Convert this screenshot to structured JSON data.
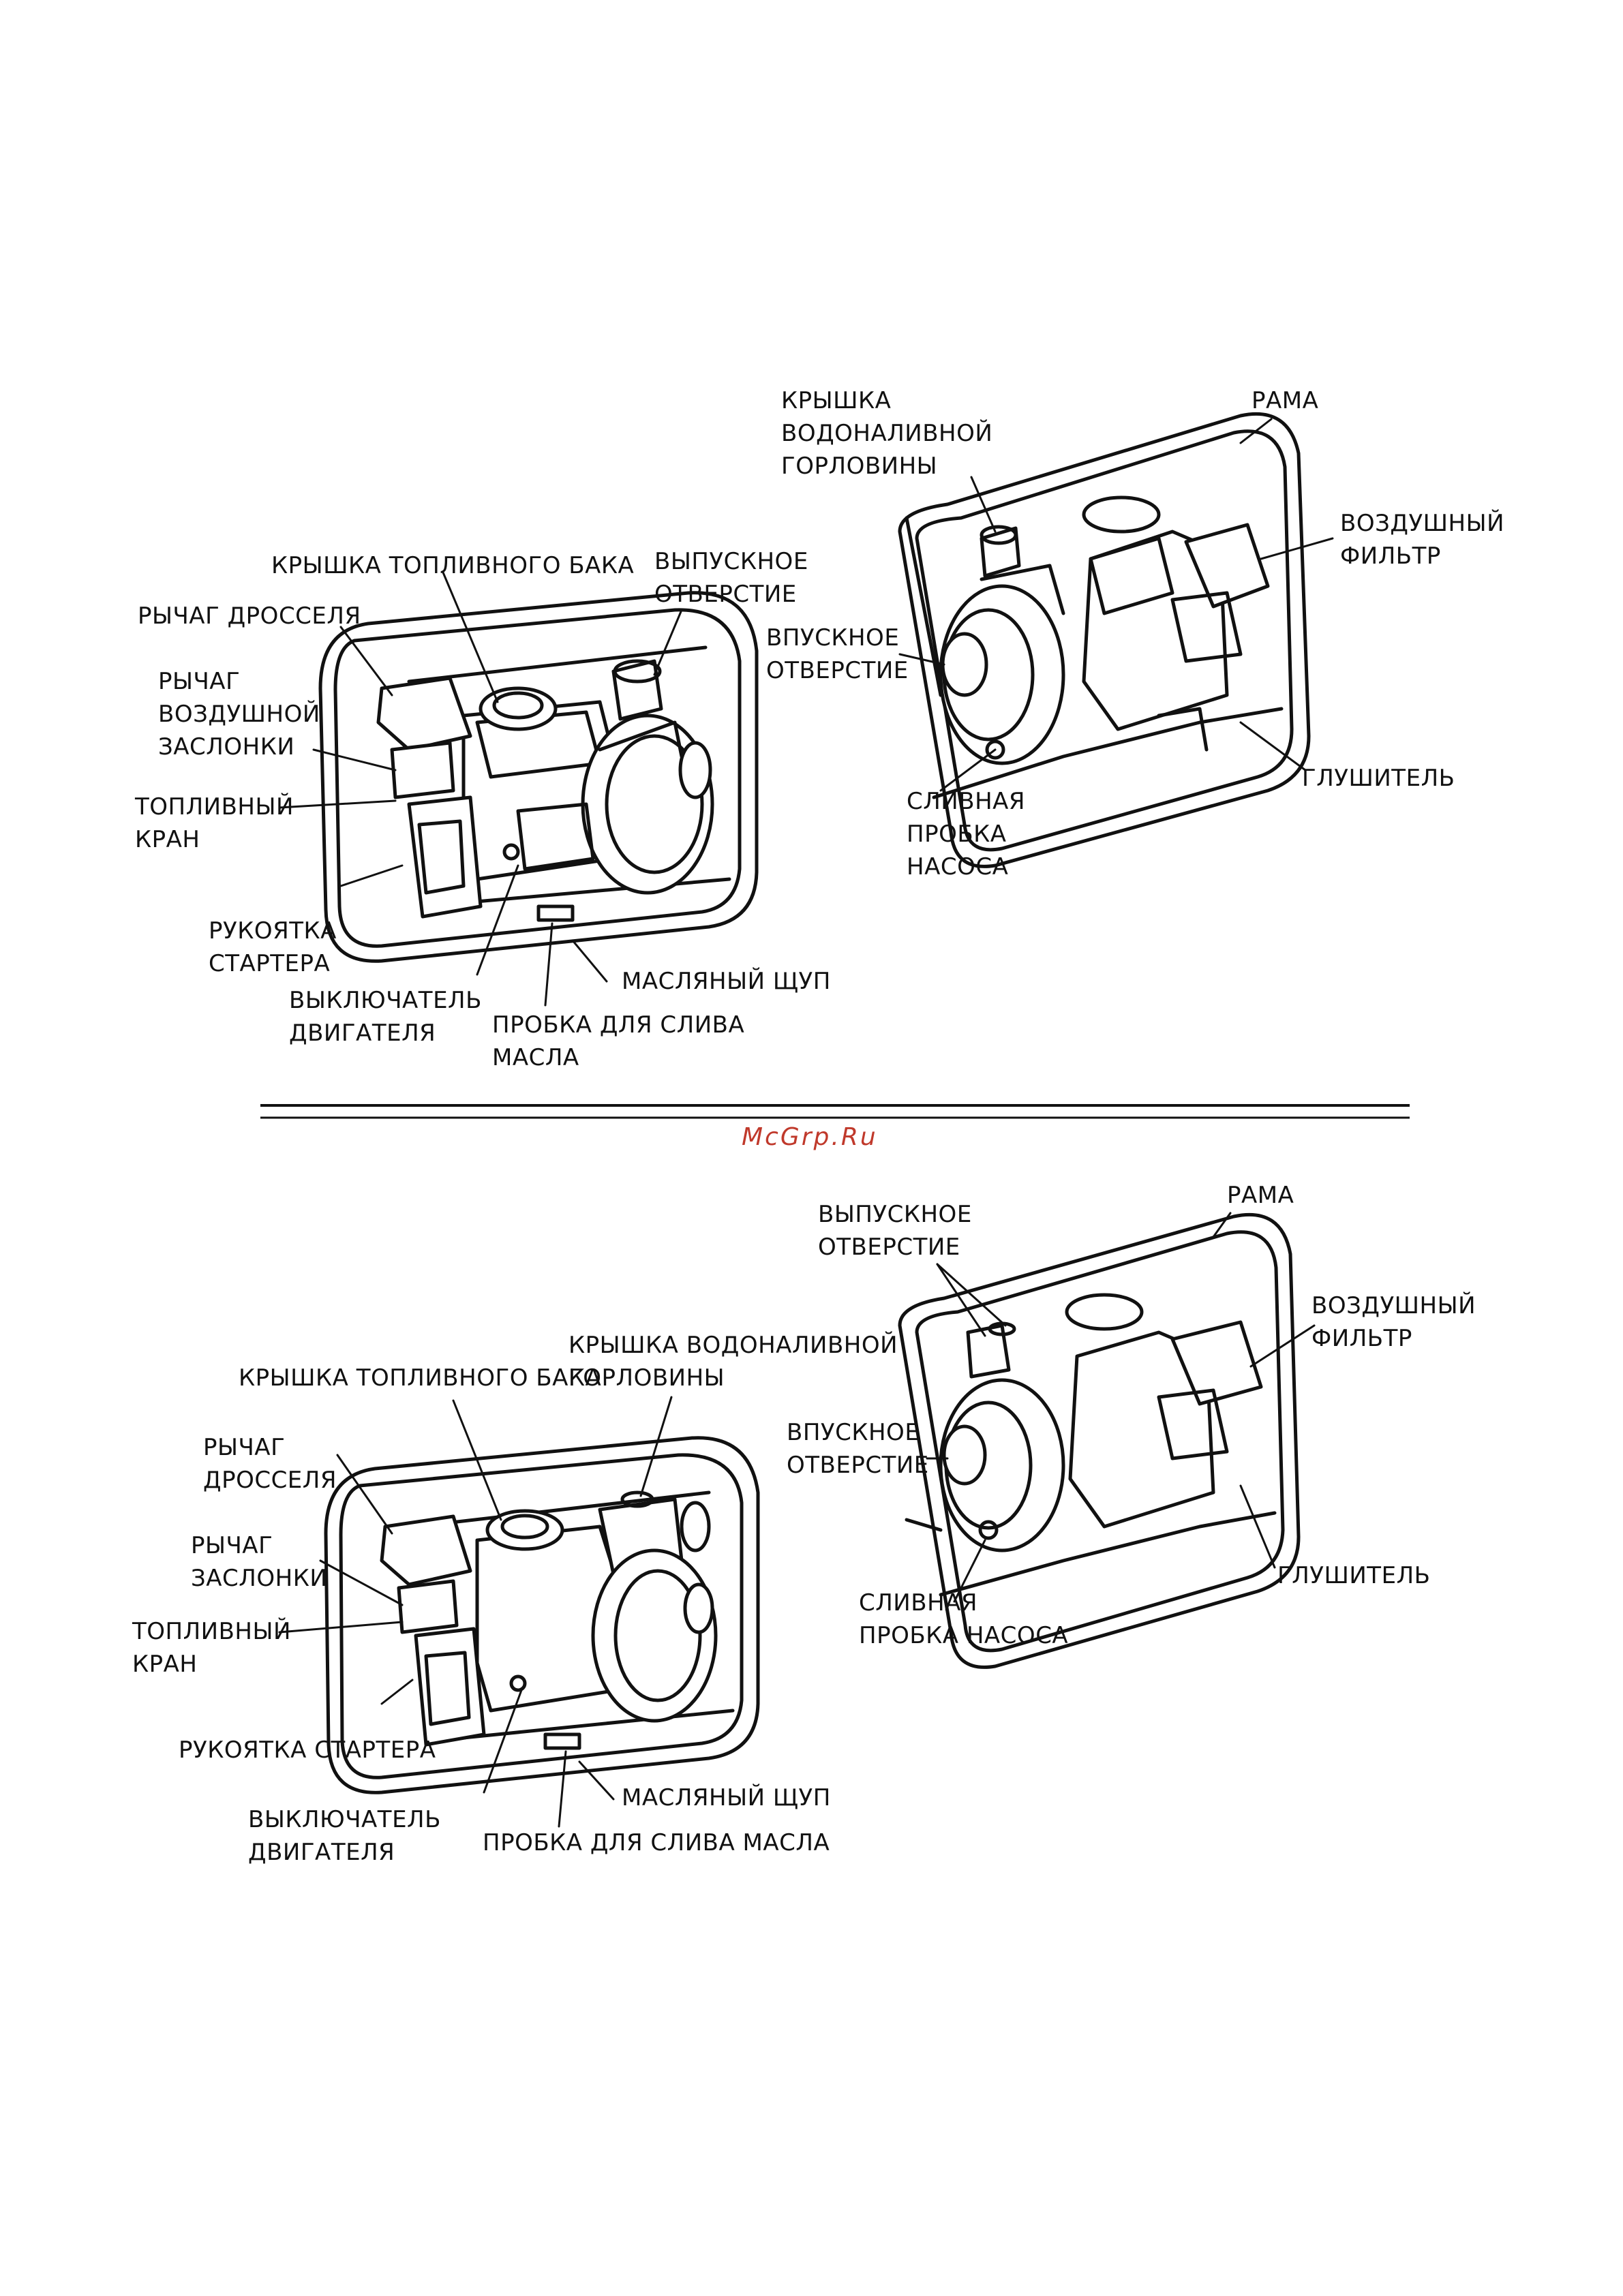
{
  "top_diagram": {
    "left_view": {
      "fuel_cap": "КРЫШКА ТОПЛИВНОГО БАКА",
      "outlet": [
        "ВЫПУСКНОЕ",
        "ОТВЕРСТИЕ"
      ],
      "throttle": "РЫЧАГ ДРОССЕЛЯ",
      "choke": [
        "РЫЧАГ",
        "ВОЗДУШНОЙ",
        "ЗАСЛОНКИ"
      ],
      "fuel_valve": [
        "ТОПЛИВНЫЙ",
        "КРАН"
      ],
      "starter": [
        "РУКОЯТКА",
        "СТАРТЕРА"
      ],
      "engine_switch": [
        "ВЫКЛЮЧАТЕЛЬ",
        "ДВИГАТЕЛЯ"
      ],
      "oil_drain": [
        "ПРОБКА ДЛЯ СЛИВА",
        "МАСЛА"
      ],
      "dipstick": "МАСЛЯНЫЙ ЩУП"
    },
    "right_view": {
      "priming_cap": [
        "КРЫШКА",
        "ВОДОНАЛИВНОЙ",
        "ГОРЛОВИНЫ"
      ],
      "frame": "РАМА",
      "air_filter": [
        "ВОЗДУШНЫЙ",
        "ФИЛЬТР"
      ],
      "inlet": [
        "ВПУСКНОЕ",
        "ОТВЕРСТИЕ"
      ],
      "muffler": "ГЛУШИТЕЛЬ",
      "pump_drain": [
        "СЛИВНАЯ",
        "ПРОБКА",
        "НАСОСА"
      ]
    }
  },
  "watermark": "McGrp.Ru",
  "bottom_diagram": {
    "left_view": {
      "fuel_cap": "КРЫШКА ТОПЛИВНОГО БАКА",
      "priming_cap": [
        "КРЫШКА ВОДОНАЛИВНОЙ",
        "ГОРЛОВИНЫ"
      ],
      "throttle": [
        "РЫЧАГ",
        "ДРОССЕЛЯ"
      ],
      "choke": [
        "РЫЧАГ",
        "ЗАСЛОНКИ"
      ],
      "fuel_valve": [
        "ТОПЛИВНЫЙ",
        "КРАН"
      ],
      "starter": "РУКОЯТКА СТАРТЕРА",
      "engine_switch": [
        "ВЫКЛЮЧАТЕЛЬ",
        "ДВИГАТЕЛЯ"
      ],
      "oil_drain": "ПРОБКА ДЛЯ СЛИВА МАСЛА",
      "dipstick": "МАСЛЯНЫЙ ЩУП"
    },
    "right_view": {
      "outlet": [
        "ВЫПУСКНОЕ",
        "ОТВЕРСТИЕ"
      ],
      "frame": "РАМА",
      "air_filter": [
        "ВОЗДУШНЫЙ",
        "ФИЛЬТР"
      ],
      "inlet": [
        "ВПУСКНОЕ",
        "ОТВЕРСТИЕ"
      ],
      "muffler": "ГЛУШИТЕЛЬ",
      "pump_drain": [
        "СЛИВНАЯ",
        "ПРОБКА НАСОСА"
      ]
    }
  }
}
